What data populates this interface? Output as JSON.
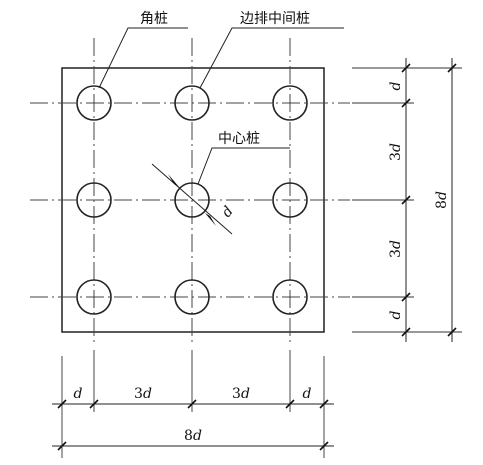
{
  "labels": {
    "corner_pile": "角桩",
    "edge_middle_pile": "边排中间桩",
    "center_pile": "中心桩"
  },
  "pile_diameter_label": "d",
  "bottom_dims": {
    "segments": [
      {
        "num": "",
        "var": "d"
      },
      {
        "num": "3",
        "var": "d"
      },
      {
        "num": "3",
        "var": "d"
      },
      {
        "num": "",
        "var": "d"
      }
    ],
    "total": {
      "num": "8",
      "var": "d"
    }
  },
  "right_dims": {
    "segments": [
      {
        "num": "",
        "var": "d"
      },
      {
        "num": "3",
        "var": "d"
      },
      {
        "num": "3",
        "var": "d"
      },
      {
        "num": "",
        "var": "d"
      }
    ],
    "total": {
      "num": "8",
      "var": "d"
    }
  }
}
